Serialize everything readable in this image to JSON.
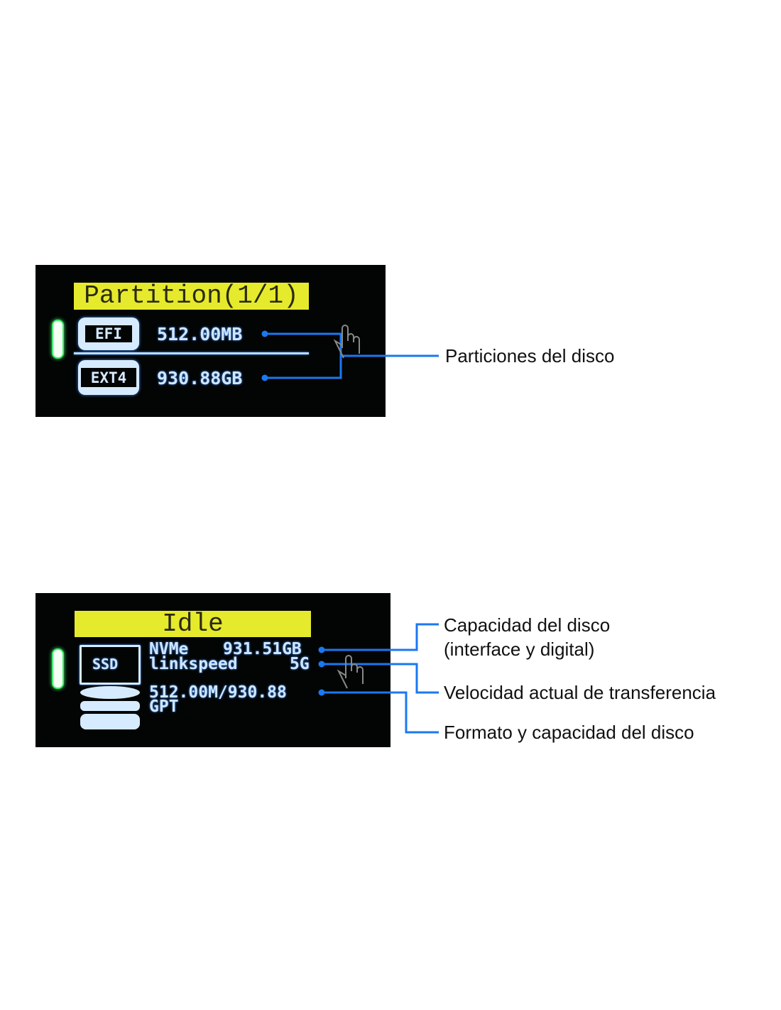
{
  "panel_partition": {
    "title": "Partition(1/1)",
    "rows": [
      {
        "type": "EFI",
        "size": "512.00MB"
      },
      {
        "type": "EXT4",
        "size": "930.88GB"
      }
    ],
    "callout": "Particiones del disco"
  },
  "panel_idle": {
    "title": "Idle",
    "ssd_label": "SSD",
    "line1_left": "NVMe",
    "line1_right": "931.51GB",
    "line2_left": "linkspeed",
    "line2_right": "5G",
    "line3": "512.00M/930.88",
    "line4": "GPT",
    "callouts": {
      "capacity_1": "Capacidad del disco",
      "capacity_2": "(interface y digital)",
      "speed": "Velocidad actual de transferencia",
      "format": "Formato y capacidad del disco"
    }
  },
  "colors": {
    "callout": "#1a78f0",
    "highlight": "#e6ea2c",
    "led": "#3ef06a"
  }
}
